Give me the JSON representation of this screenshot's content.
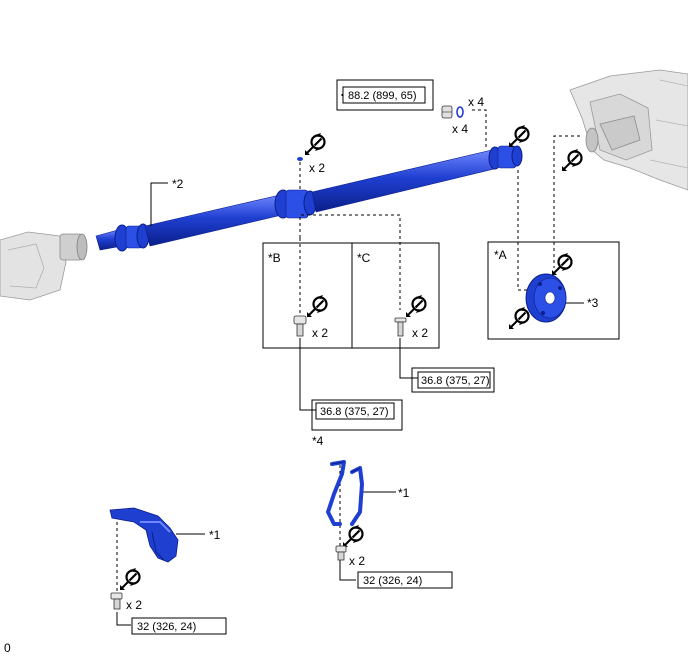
{
  "torque_specs": {
    "nut_flange_top": "88.2 (899, 65)",
    "bolt_c": "36.8 (375, 27)",
    "bolt_b": "36.8 (375, 27)",
    "bracket_center": "32 (326, 24)",
    "bracket_left": "32 (326, 24)"
  },
  "callouts": {
    "part2": "*2",
    "part1_center": "*1",
    "part1_left": "*1",
    "part3": "*3",
    "part4": "*4"
  },
  "detail_views": {
    "a": "*A",
    "b": "*B",
    "c": "*C"
  },
  "quantities": {
    "nut_top": "x 4",
    "washer_top": "x 4",
    "center_bearing": "x 2",
    "bolt_b": "x 2",
    "bolt_c": "x 2",
    "bracket_center": "x 2",
    "bracket_left": "x 2"
  },
  "illustration_id": "0",
  "colors": {
    "part_blue": "#1f3fd1",
    "part_blue_dark": "#0a1f8a",
    "housing_gray": "#d4d4d4"
  }
}
